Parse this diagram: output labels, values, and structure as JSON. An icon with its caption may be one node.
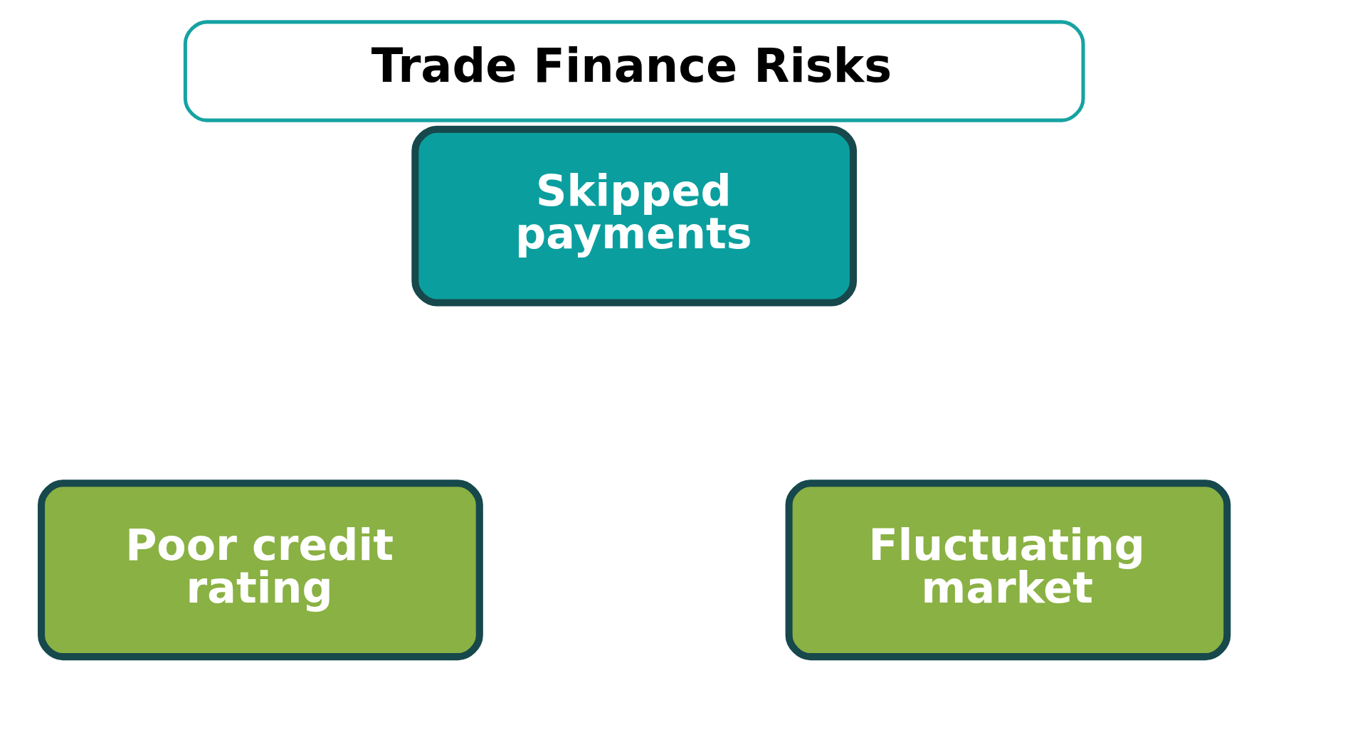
{
  "diagram": {
    "title": "Trade Finance Risks",
    "nodes": [
      {
        "text": [
          "Skipped payments"
        ]
      },
      {
        "text": [
          "Poor credit rating"
        ]
      },
      {
        "text": [
          "Fluctuating market"
        ]
      }
    ]
  }
}
